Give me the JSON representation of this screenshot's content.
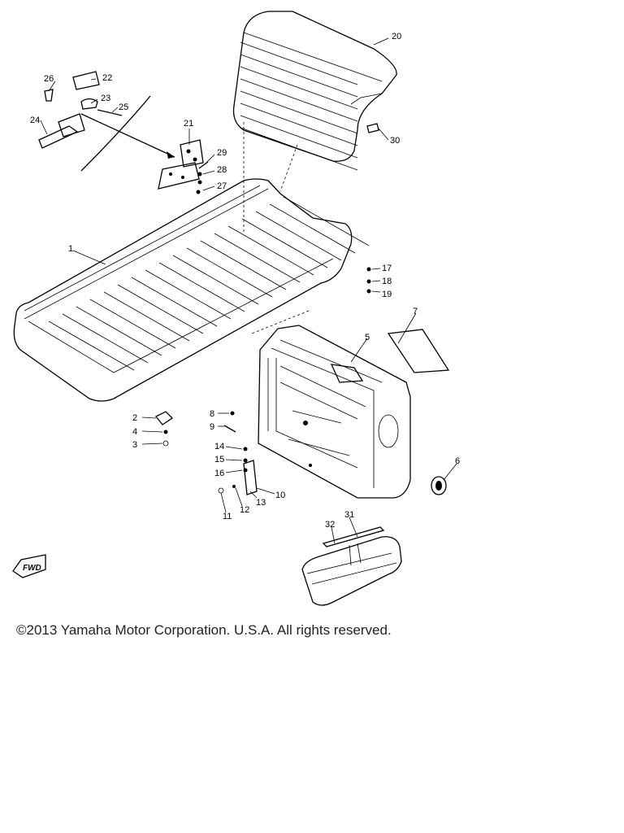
{
  "diagram": {
    "callouts": {
      "c1": "1",
      "c2": "2",
      "c3": "3",
      "c4": "4",
      "c5": "5",
      "c6": "6",
      "c7": "7",
      "c8": "8",
      "c9": "9",
      "c10": "10",
      "c11": "11",
      "c12": "12",
      "c13": "13",
      "c14": "14",
      "c15": "15",
      "c16": "16",
      "c17": "17",
      "c18": "18",
      "c19": "19",
      "c20": "20",
      "c21": "21",
      "c22": "22",
      "c23": "23",
      "c24": "24",
      "c25": "25",
      "c26": "26",
      "c27": "27",
      "c28": "28",
      "c29": "29",
      "c30": "30",
      "c31": "31",
      "c32": "32"
    },
    "fwd_label": "FWD",
    "copyright": "©2013 Yamaha Motor Corporation. U.S.A. All rights reserved."
  }
}
